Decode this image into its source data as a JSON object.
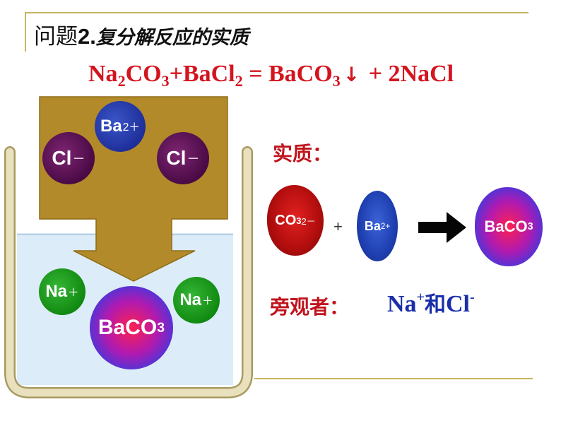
{
  "title": {
    "prefix": "问题",
    "number": "2.",
    "rest": "复分解反应的实质"
  },
  "equation": {
    "na": "Na",
    "na_sub": "2",
    "co": "CO",
    "co_sub": "3",
    "plus_ba": "+BaCl",
    "cl_sub": "2",
    "eq_ba": " = BaCO",
    "baco_sub": "3",
    "arrow": "↓",
    "tail": " +  2NaCl"
  },
  "beaker_ions": {
    "ba": {
      "symbol": "Ba",
      "charge": "2＋"
    },
    "cl_left": {
      "symbol": "Cl",
      "charge": "－"
    },
    "cl_right": {
      "symbol": "Cl",
      "charge": "－"
    },
    "na_left": {
      "symbol": "Na",
      "charge": "＋"
    },
    "na_right": {
      "symbol": "Na",
      "charge": "＋"
    },
    "baco3": {
      "symbol": "BaCO",
      "sub": "3"
    }
  },
  "essence": {
    "label": "实质：",
    "co3": {
      "symbol": "CO",
      "sub": "3",
      "charge": "2－"
    },
    "plus": "+",
    "ba": {
      "symbol": "Ba",
      "charge": "2+"
    },
    "product": {
      "symbol": "BaCO",
      "sub": "3"
    }
  },
  "spectator": {
    "label": "旁观者：",
    "na": "Na",
    "na_charge": "+",
    "and": "和",
    "cl": "Cl",
    "cl_charge": "-"
  },
  "colors": {
    "beaker_fill": "#dcecf8",
    "beaker_wall": "#e3d9a8",
    "arrow_fill": "#b38a2a",
    "red_text": "#c0141e",
    "blue_text": "#1a2fa8"
  }
}
